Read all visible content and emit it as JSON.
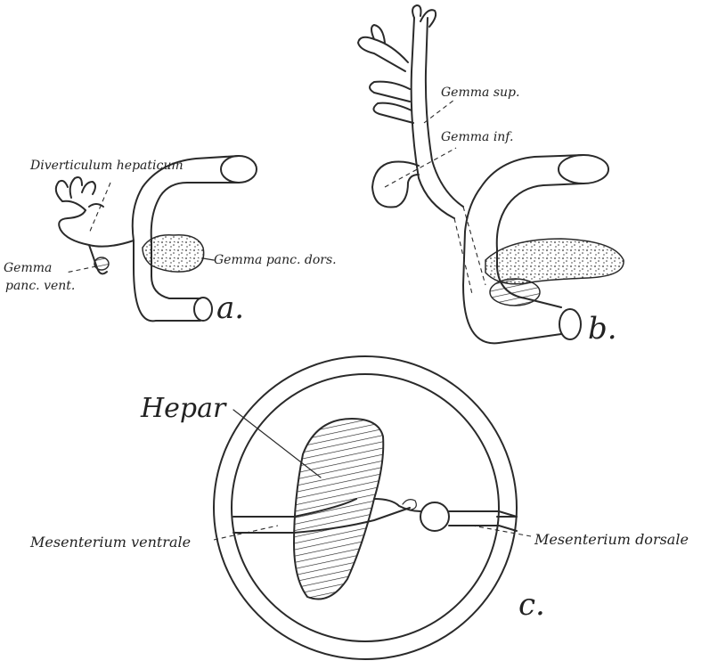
{
  "figure_a": {
    "labels": {
      "diverticulum": "Diverticulum hepaticum",
      "gemma_line1": "Gemma",
      "gemma_line2": "panc. vent.",
      "panc_dors": "Gemma panc. dors."
    },
    "letter": "a."
  },
  "figure_b": {
    "labels": {
      "sup": "Gemma sup.",
      "inf": "Gemma inf."
    },
    "letter": "b."
  },
  "figure_c": {
    "labels": {
      "hepar": "Hepar",
      "mes_ventrale": "Mesenterium ventrale",
      "mes_dorsale": "Mesenterium dorsale"
    },
    "letter": "c."
  }
}
